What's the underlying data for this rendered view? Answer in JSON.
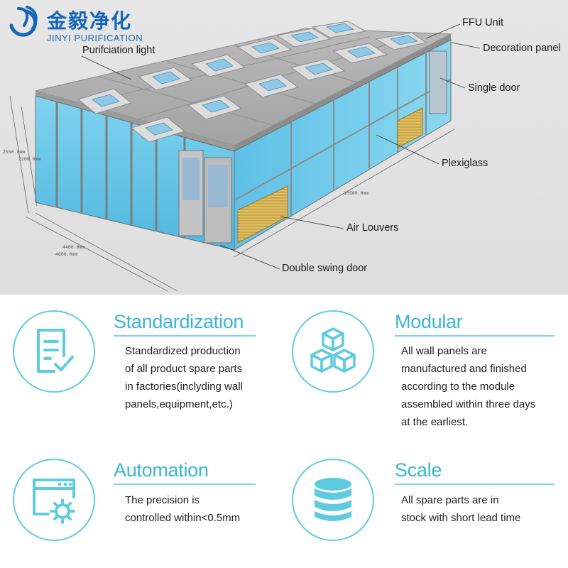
{
  "brand": {
    "cn": "金毅净化",
    "en": "JINYI PURIFICATION",
    "color": "#1565b8"
  },
  "diagram": {
    "callouts": [
      {
        "key": "ffu",
        "text": "FFU Unit"
      },
      {
        "key": "decoration",
        "text": "Decoration panel"
      },
      {
        "key": "light",
        "text": "Purifciation light"
      },
      {
        "key": "single_door",
        "text": "Single door"
      },
      {
        "key": "plexiglass",
        "text": "Plexiglass"
      },
      {
        "key": "louvers",
        "text": "Air Louvers"
      },
      {
        "key": "double_door",
        "text": "Double swing door"
      }
    ],
    "dimensions": {
      "height_outer": "2550.0mm",
      "height_inner": "2200.0mm",
      "length": "10500.0mm",
      "width_inner": "4400.0mm",
      "width_outer": "4600.0mm"
    }
  },
  "accent_color": "#39b5d6",
  "features": [
    {
      "title": "Standardization",
      "icon": "document-check-icon",
      "description": [
        "Standardized production",
        "of all product spare parts",
        "in factories(inclyding wall",
        "panels,equipment,etc.)"
      ]
    },
    {
      "title": "Modular",
      "icon": "cubes-icon",
      "description": [
        "All wall panels are",
        "manufactured and finished",
        "according to the module",
        "assembled within three days",
        "at the earliest."
      ]
    },
    {
      "title": "Automation",
      "icon": "browser-gear-icon",
      "description": [
        "The precision is",
        "controlled within<0.5mm"
      ]
    },
    {
      "title": "Scale",
      "icon": "database-icon",
      "description": [
        "All spare parts are in",
        "stock with short lead time"
      ]
    }
  ]
}
